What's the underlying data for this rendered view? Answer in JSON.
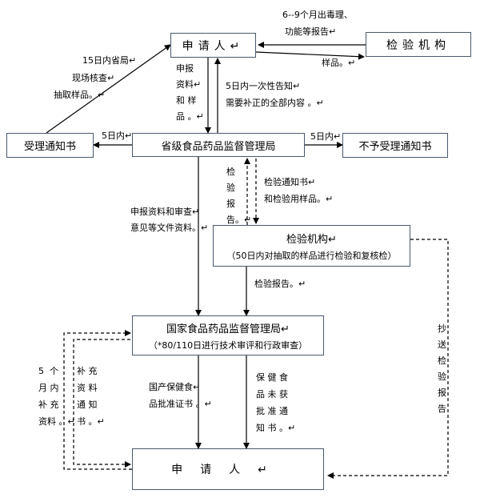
{
  "boxes": {
    "applicant_top": "申请人↵",
    "testing_agency_top": "检验机构",
    "acceptance_notice": "受理通知书",
    "provincial_bureau": "省级食品药品监督管理局",
    "rejection_notice": "不予受理通知书",
    "testing_agency_mid_title": "检验机构↵",
    "testing_agency_mid_sub": "（50日内对抽取的样品进行检验和复核检）",
    "national_bureau_title": "国家食品药品监督管理局↵",
    "national_bureau_sub": "（*80/110日进行技术审评和行政审查）",
    "applicant_bottom": "申请人↵"
  },
  "labels": {
    "l_6_9_months": "6--9个月出毒理、",
    "l_function_report": "功能等报告↵",
    "l_samples": "样品。↵",
    "l_15_days": "15日内省局↵",
    "l_onsite_check": "现场核查↵",
    "l_sampling": "抽取样品。↵",
    "l_submit_materials": "申报\n资料↵\n和 样\n品 。↵",
    "l_5_days_notice": "5日内一次性告知↵",
    "l_supplement_content": "需要补正的全部内容 。↵",
    "l_5_days_left": "5日内↵",
    "l_5_days_right": "5日内↵",
    "l_testing_report_vertical": "检\n验\n报\n告。↵",
    "l_testing_notice": "检验通知书↵",
    "l_testing_samples": "和检验用样品。↵",
    "l_review_materials": "申报资料和审查↵",
    "l_review_opinions": "意见等文件资料。↵",
    "l_testing_report": "检验报告。↵",
    "l_copy_report_vertical": "抄\n送\n检\n验\n报\n告",
    "l_5_months": "5  个\n月 内\n补 充\n资料 。↵",
    "l_supplement_notice": "补 充\n资 料\n通 知\n书 。↵",
    "l_domestic_health_food": "国产保健食↵\n品批准证书 。↵",
    "l_health_food_not_approved": "保 健 食\n品 未 获\n批 准 通\n知 书 。↵"
  }
}
